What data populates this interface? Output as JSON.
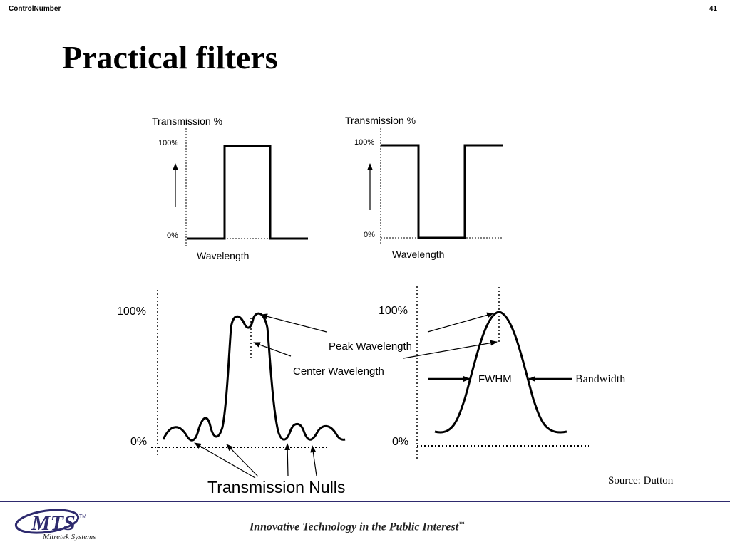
{
  "header": {
    "control_number": "ControlNumber",
    "page_number": "41"
  },
  "title": "Practical filters",
  "diagrams": {
    "ideal_bandpass": {
      "ylabel": "Transmission %",
      "y_high": "100%",
      "y_low": "0%",
      "xlabel": "Wavelength"
    },
    "ideal_notch": {
      "ylabel": "Transmission %",
      "y_high": "100%",
      "y_low": "0%",
      "xlabel": "Wavelength"
    },
    "practical_bandpass": {
      "y_high": "100%",
      "y_low": "0%",
      "peak_label": "Peak Wavelength",
      "center_label": "Center Wavelength",
      "nulls_label": "Transmission Nulls"
    },
    "practical_gaussian": {
      "y_high": "100%",
      "y_low": "0%",
      "fwhm_label": "FWHM",
      "bandwidth_label": "Bandwidth"
    }
  },
  "source": "Source: Dutton",
  "footer": {
    "logo_text": "MTS",
    "logo_tm": "TM",
    "logo_subtext": "Mitretek Systems",
    "tagline": "Innovative Technology in the Public Interest",
    "tagline_tm": "™",
    "accent_color": "#2e2a6e"
  }
}
